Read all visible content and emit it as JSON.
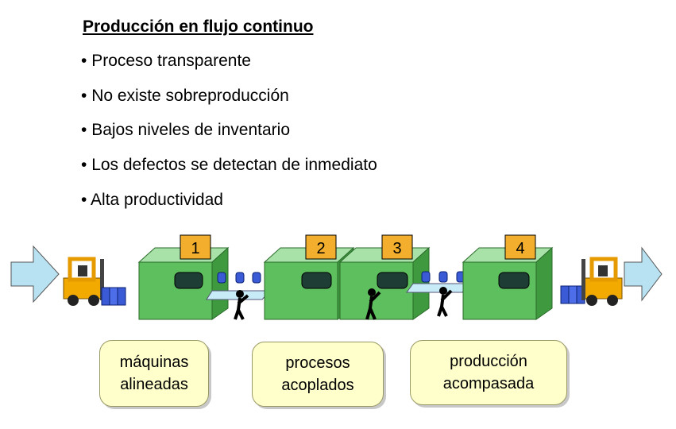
{
  "heading": "Producción en flujo continuo",
  "bullets": [
    "Proceso transparente",
    "No existe sobreproducción",
    "Bajos niveles de inventario",
    "Los defectos se detectan de inmediato",
    "Alta productividad"
  ],
  "machine_numbers": [
    "1",
    "2",
    "3",
    "4"
  ],
  "labels": [
    "máquinas\nalineadas",
    "procesos\nacoplados",
    "producción\nacompasada"
  ],
  "colors": {
    "machine_front": "#5dbf5d",
    "machine_top": "#a8e2a8",
    "number_tag": "#f2ae2c",
    "arrow": "#b8e2f2",
    "forklift": "#f2a900",
    "drum": "#3a5ad6",
    "label_fill": "#ffffcc"
  },
  "icons": [
    "input-arrow-icon",
    "forklift-icon",
    "worker-icon",
    "drum-icon",
    "output-arrow-icon"
  ]
}
